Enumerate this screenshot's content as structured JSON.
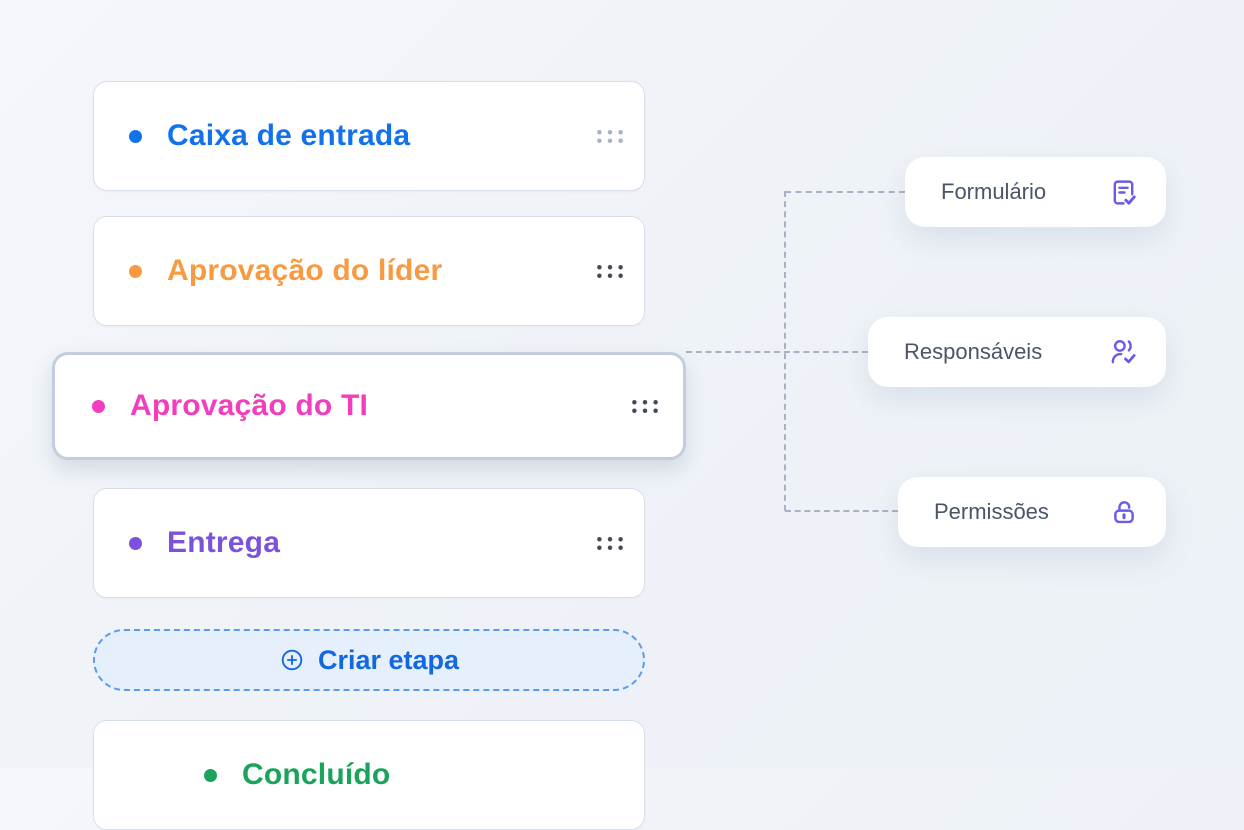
{
  "stages": [
    {
      "label": "Caixa de entrada",
      "color": "#1272EC",
      "selected": false
    },
    {
      "label": "Aprovação do líder",
      "color": "#F79A41",
      "selected": false
    },
    {
      "label": "Aprovação do TI",
      "color": "#F23EBE",
      "selected": true
    },
    {
      "label": "Entrega",
      "color": "#7B52DC",
      "selected": false
    },
    {
      "label": "Concluído",
      "color": "#1BA35C",
      "selected": false
    }
  ],
  "create_button": {
    "label": "Criar etapa",
    "color": "#1368DF"
  },
  "config_cards": [
    {
      "label": "Formulário",
      "icon": "form-check-icon"
    },
    {
      "label": "Responsáveis",
      "icon": "user-check-icon"
    },
    {
      "label": "Permissões",
      "icon": "lock-open-icon"
    }
  ],
  "colors": {
    "icon_accent": "#6A5CE8",
    "connector": "#A8B2C2",
    "selected_border": "#C3CDDB",
    "card_border": "#D9DFE9",
    "background": "#EFF3F8"
  }
}
